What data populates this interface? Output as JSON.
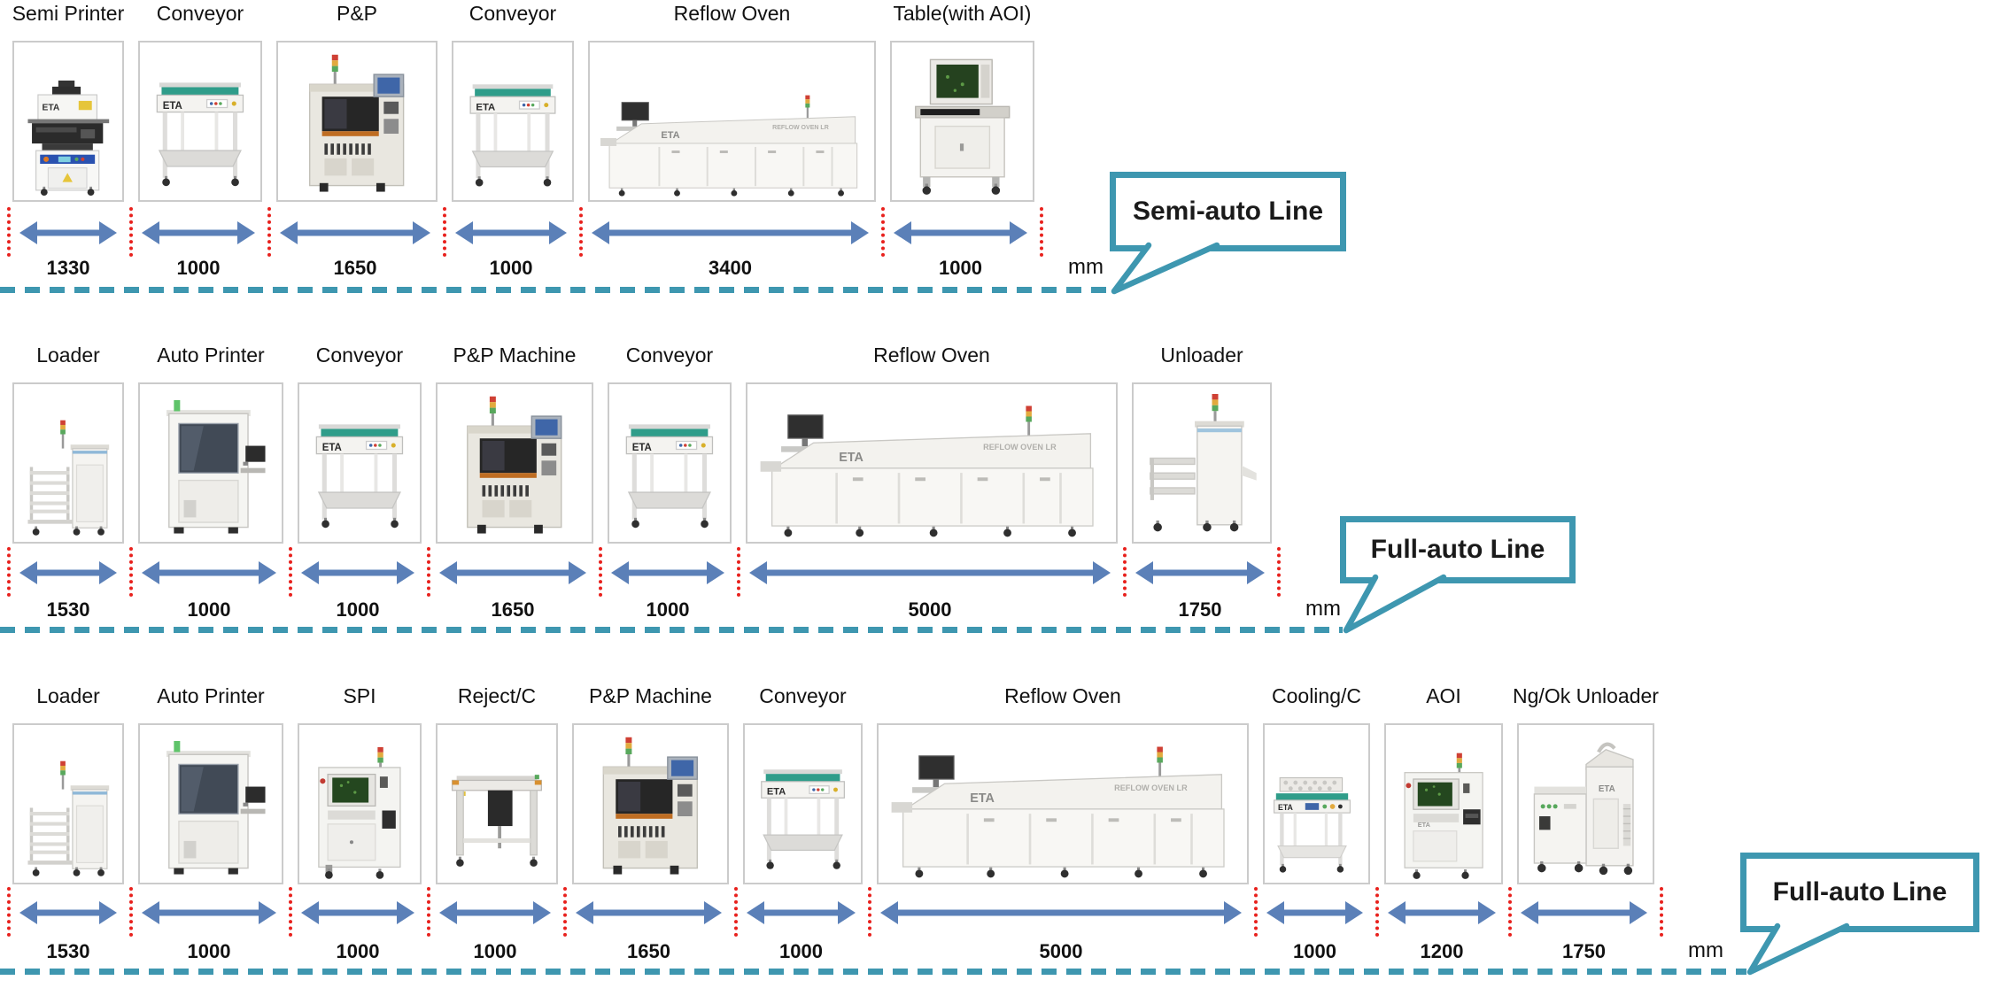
{
  "brand": "ETA",
  "reflow_top_text": "REFLOW OVEN LR",
  "colors": {
    "callout_teal": "#3e97b0",
    "arrow_blue": "#5b80b8",
    "separator_red": "#e8211d",
    "belt_green": "#2f9d8a",
    "tower_red": "#cf4034",
    "tower_yellow": "#e2aa3e",
    "tower_green": "#58a85c"
  },
  "lines": [
    {
      "name": "Semi-auto Line",
      "callout": "Semi-auto Line",
      "unit": "mm",
      "machines": [
        {
          "label": "Semi Printer",
          "kind": "semi-printer",
          "length_mm": "1330"
        },
        {
          "label": "Conveyor",
          "kind": "conveyor",
          "length_mm": "1000"
        },
        {
          "label": "P&P",
          "kind": "pick-and-place",
          "length_mm": "1650"
        },
        {
          "label": "Conveyor",
          "kind": "conveyor",
          "length_mm": "1000"
        },
        {
          "label": "Reflow Oven",
          "kind": "reflow-oven",
          "length_mm": "3400"
        },
        {
          "label": "Table(with AOI)",
          "kind": "table-aoi",
          "length_mm": "1000"
        }
      ]
    },
    {
      "name": "Full-auto Line",
      "callout": "Full-auto Line",
      "unit": "mm",
      "machines": [
        {
          "label": "Loader",
          "kind": "loader",
          "length_mm": "1530"
        },
        {
          "label": "Auto Printer",
          "kind": "auto-printer",
          "length_mm": "1000"
        },
        {
          "label": "Conveyor",
          "kind": "conveyor",
          "length_mm": "1000"
        },
        {
          "label": "P&P Machine",
          "kind": "pick-and-place",
          "length_mm": "1650"
        },
        {
          "label": "Conveyor",
          "kind": "conveyor",
          "length_mm": "1000"
        },
        {
          "label": "Reflow Oven",
          "kind": "reflow-oven",
          "length_mm": "5000"
        },
        {
          "label": "Unloader",
          "kind": "unloader",
          "length_mm": "1750"
        }
      ]
    },
    {
      "name": "Full-auto Line",
      "callout": "Full-auto Line",
      "unit": "mm",
      "machines": [
        {
          "label": "Loader",
          "kind": "loader",
          "length_mm": "1530"
        },
        {
          "label": "Auto Printer",
          "kind": "auto-printer",
          "length_mm": "1000"
        },
        {
          "label": "SPI",
          "kind": "spi",
          "length_mm": "1000"
        },
        {
          "label": "Reject/C",
          "kind": "reject-conveyor",
          "length_mm": "1000"
        },
        {
          "label": "P&P Machine",
          "kind": "pick-and-place",
          "length_mm": "1650"
        },
        {
          "label": "Conveyor",
          "kind": "conveyor",
          "length_mm": "1000"
        },
        {
          "label": "Reflow Oven",
          "kind": "reflow-oven",
          "length_mm": "5000"
        },
        {
          "label": "Cooling/C",
          "kind": "cooling-conveyor",
          "length_mm": "1000"
        },
        {
          "label": "AOI",
          "kind": "aoi",
          "length_mm": "1200"
        },
        {
          "label": "Ng/Ok Unloader",
          "kind": "ngok-unloader",
          "length_mm": "1750"
        }
      ]
    }
  ]
}
